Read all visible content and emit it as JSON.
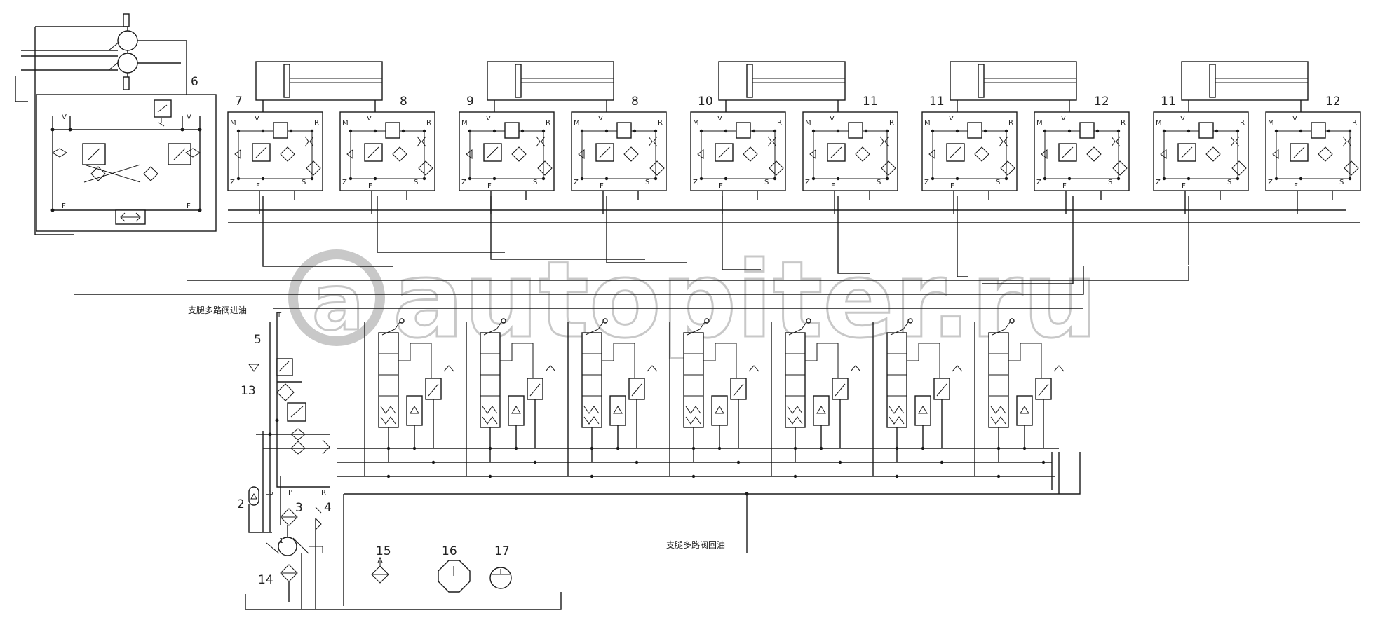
{
  "diagram": {
    "watermark": "autopiter.ru",
    "labels": {
      "supply_label": "支腿多路阀进油",
      "return_label": "支腿多路阀回油"
    },
    "port_letters": [
      "V",
      "M",
      "R",
      "Z",
      "F",
      "S",
      "LS",
      "P",
      "R",
      "T",
      "V",
      "F"
    ],
    "valve_blocks": [
      {
        "left": "7",
        "right": "8"
      },
      {
        "left": "9",
        "right": "8"
      },
      {
        "left": "10",
        "right": "11"
      },
      {
        "left": "11",
        "right": "12"
      },
      {
        "left": "11",
        "right": "12"
      }
    ],
    "component_numbers": [
      "1",
      "2",
      "3",
      "4",
      "5",
      "6",
      "13",
      "14",
      "15",
      "16",
      "17"
    ],
    "section_count": 7
  },
  "colors": {
    "line": "#1a1a1a",
    "background": "#ffffff",
    "watermark": "#c8c8c8"
  }
}
